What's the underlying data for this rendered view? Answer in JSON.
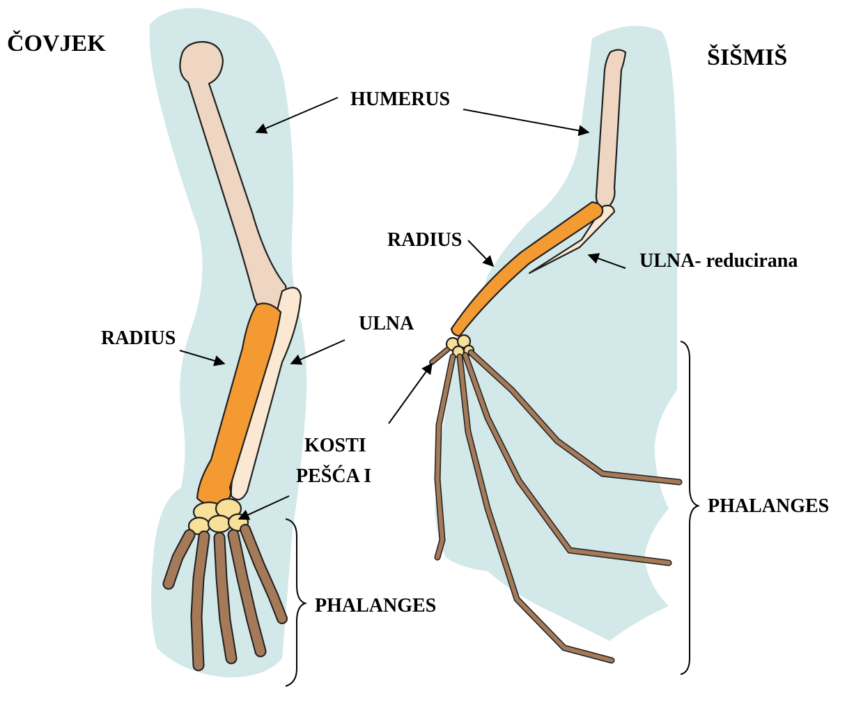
{
  "human": {
    "title": "ČOVJEK",
    "labels": {
      "humerus": "HUMERUS",
      "radius": "RADIUS",
      "ulna": "ULNA",
      "carpals_line1": "KOSTI",
      "carpals_line2": "PEŠĆA I",
      "phalanges": "PHALANGES"
    }
  },
  "bat": {
    "title": "ŠIŠMIŠ",
    "labels": {
      "radius": "RADIUS",
      "ulna": "ULNA- reducirana",
      "phalanges": "PHALANGES"
    }
  },
  "colors": {
    "silhouette": "#d3e8e8",
    "humerus": "#efd6c2",
    "radius": "#f39a32",
    "ulna": "#fae8d2",
    "carpals": "#f8e09a",
    "phalanges": "#a47a59",
    "outline": "#1f1f1f"
  }
}
